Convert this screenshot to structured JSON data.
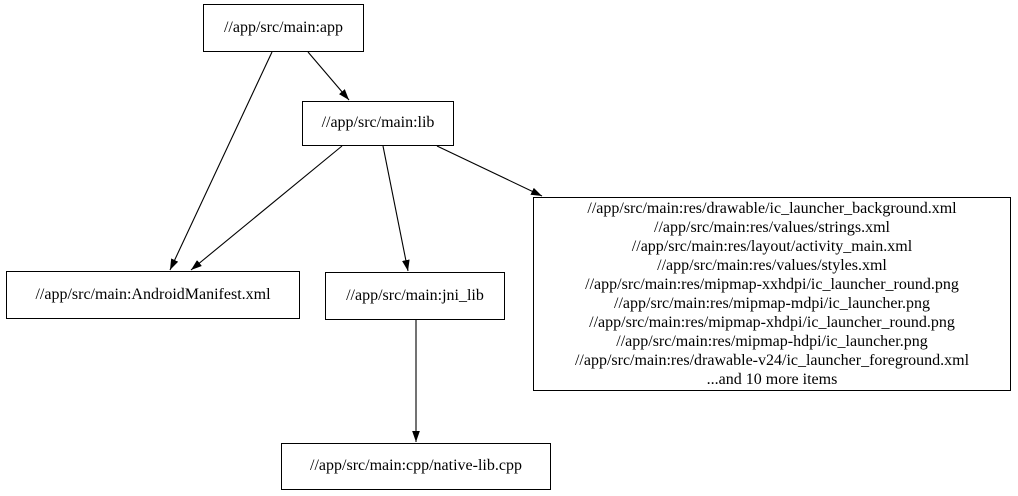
{
  "diagram": {
    "type": "dependency-graph",
    "background_color": "#ffffff",
    "stroke_color": "#000000",
    "text_color": "#000000",
    "nodes": {
      "app": {
        "label": "//app/src/main:app"
      },
      "lib": {
        "label": "//app/src/main:lib"
      },
      "android_manifest": {
        "label": "//app/src/main:AndroidManifest.xml"
      },
      "jni_lib": {
        "label": "//app/src/main:jni_lib"
      },
      "native_lib": {
        "label": "//app/src/main:cpp/native-lib.cpp"
      },
      "res_group": {
        "lines": [
          "//app/src/main:res/drawable/ic_launcher_background.xml",
          "//app/src/main:res/values/strings.xml",
          "//app/src/main:res/layout/activity_main.xml",
          "//app/src/main:res/values/styles.xml",
          "//app/src/main:res/mipmap-xxhdpi/ic_launcher_round.png",
          "//app/src/main:res/mipmap-mdpi/ic_launcher.png",
          "//app/src/main:res/mipmap-xhdpi/ic_launcher_round.png",
          "//app/src/main:res/mipmap-hdpi/ic_launcher.png",
          "//app/src/main:res/drawable-v24/ic_launcher_foreground.xml",
          "...and 10 more items"
        ]
      }
    },
    "edges": [
      {
        "from": "app",
        "to": "lib"
      },
      {
        "from": "app",
        "to": "android_manifest"
      },
      {
        "from": "lib",
        "to": "android_manifest"
      },
      {
        "from": "lib",
        "to": "jni_lib"
      },
      {
        "from": "lib",
        "to": "res_group"
      },
      {
        "from": "jni_lib",
        "to": "native_lib"
      }
    ]
  }
}
